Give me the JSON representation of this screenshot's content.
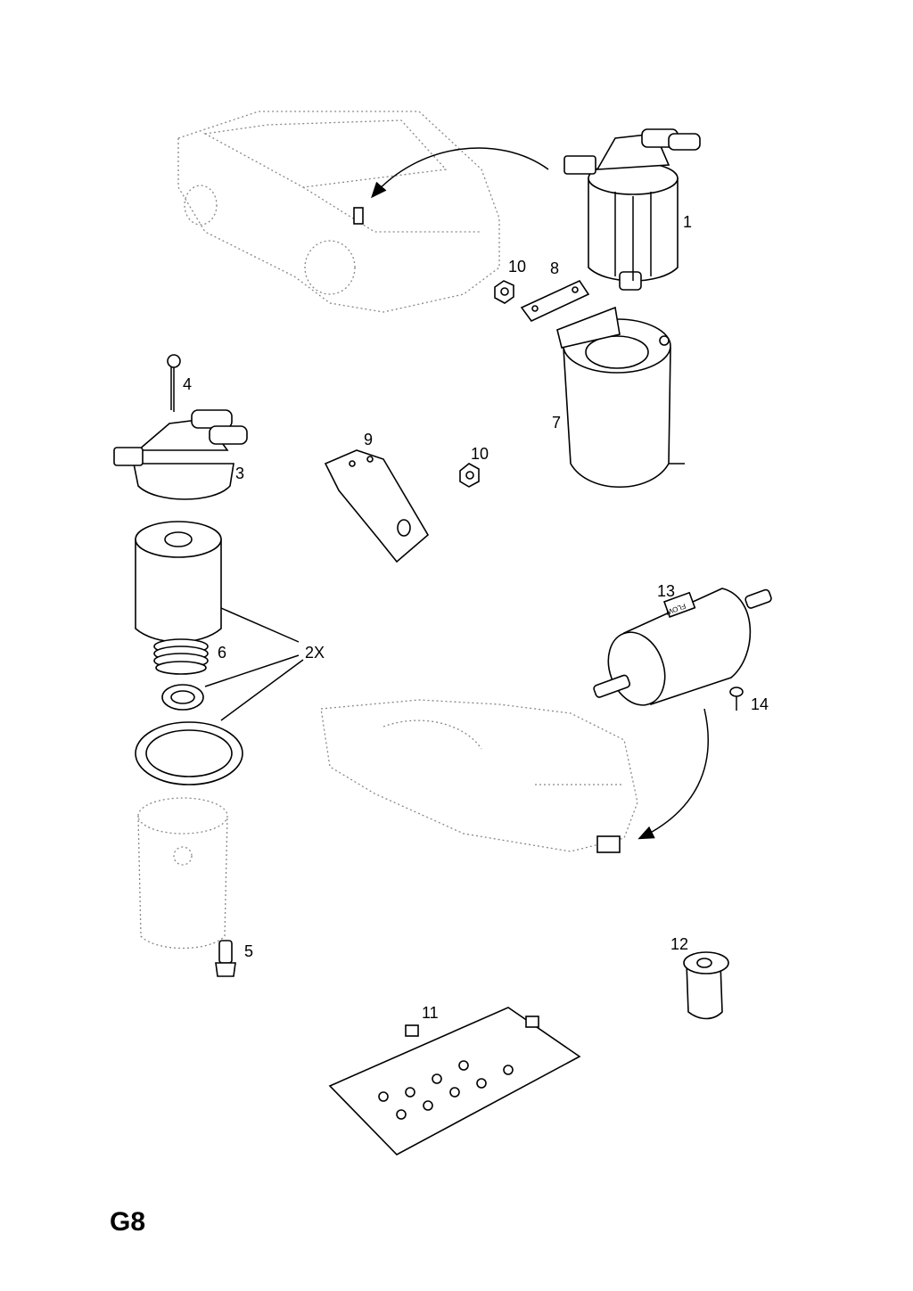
{
  "diagram": {
    "page_code": "G8",
    "filter_marking": "FLOW",
    "callouts": [
      {
        "id": "1",
        "label": "1"
      },
      {
        "id": "10a",
        "label": "10"
      },
      {
        "id": "8",
        "label": "8"
      },
      {
        "id": "4",
        "label": "4"
      },
      {
        "id": "3",
        "label": "3"
      },
      {
        "id": "9",
        "label": "9"
      },
      {
        "id": "10b",
        "label": "10"
      },
      {
        "id": "7",
        "label": "7"
      },
      {
        "id": "13",
        "label": "13"
      },
      {
        "id": "6",
        "label": "6"
      },
      {
        "id": "2x",
        "label": "2X"
      },
      {
        "id": "14",
        "label": "14"
      },
      {
        "id": "5",
        "label": "5"
      },
      {
        "id": "12",
        "label": "12"
      },
      {
        "id": "11",
        "label": "11"
      }
    ]
  }
}
